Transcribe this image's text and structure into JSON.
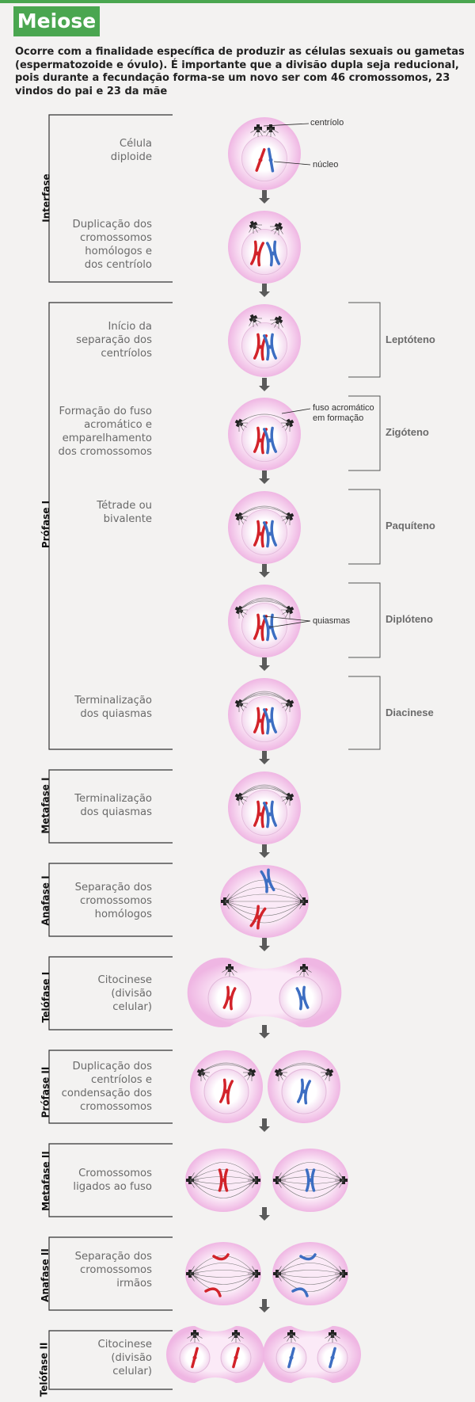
{
  "title": "Meiose",
  "intro": "Ocorre com a finalidade específica de produzir as células sexuais ou gametas (espermatozoide e óvulo). É importante que a divisão dupla seja reducional, pois durante a fecundação forma-se um novo ser com 46 cromossomos, 23 vindos do pai e 23 da mãe",
  "phases": {
    "interfase": "Interfase",
    "profase1": "Prófase I",
    "metafase1": "Metafase I",
    "anafase1": "Anafase I",
    "telofase1": "Telófase I",
    "profase2": "Prófase II",
    "metafase2": "Metafase II",
    "anafase2": "Anafase II",
    "telofase2": "Telófase II"
  },
  "labels": {
    "celula_diploide": "Célula diploide",
    "duplicacao": "Duplicação dos cromossomos homólogos e dos centríolo",
    "inicio": "Início da separação dos centríolos",
    "formacao": "Formação do fuso acromático e emparelhamento dos cromossomos",
    "tetrade": "Tétrade ou bivalente",
    "terminal1": "Terminalização dos quiasmas",
    "terminal2": "Terminalização dos quiasmas",
    "separacao_homologos": "Separação dos cromossomos homólogos",
    "citocinese1": "Citocinese (divisão celular)",
    "duplicacao_centriolos": "Duplicação dos centríolos e condensação dos cromossomos",
    "cromossomos_ligados": "Cromossomos ligados ao fuso",
    "separacao_irmaos": "Separação dos cromossomos irmãos",
    "citocinese2": "Citocinese (divisão celular)"
  },
  "substages": {
    "leptoteno": "Leptóteno",
    "zigoteno": "Zigóteno",
    "paquiteno": "Paquíteno",
    "diploteno": "Diplóteno",
    "diacinese": "Diacinese"
  },
  "annotations": {
    "centriolo": "centríolo",
    "nucleo": "núcleo",
    "fuso": "fuso acromático em formação",
    "quiasmas": "quiasmas"
  },
  "colors": {
    "accent": "#4aa650",
    "cell_outer": "#f6cfee",
    "cell_inner": "#faf0f8",
    "paternal": "#d2232a",
    "maternal": "#3d6ec2",
    "arrow": "#5a5a5a"
  }
}
